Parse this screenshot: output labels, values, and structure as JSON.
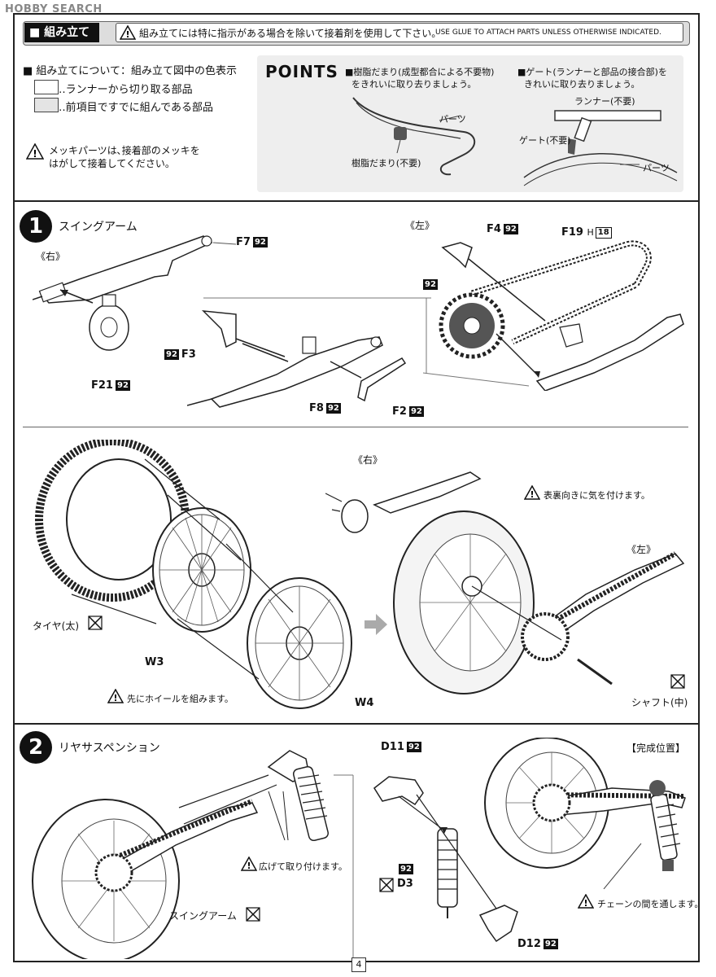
{
  "watermark": "HOBBY SEARCH",
  "header": {
    "section_tag": "■ 組み立て",
    "note_ja": "組み立てには特に指示がある場合を除いて接着剤を使用して下さい。",
    "note_en": "USE GLUE TO ATTACH PARTS UNLESS OTHERWISE INDICATED."
  },
  "intro": {
    "color_title": "■ 組み立てについて：組み立て図中の色表示",
    "legend_runner": "‥ランナーから切り取る部品",
    "legend_prebuilt": "‥前項目ですでに組んである部品",
    "plating_note_line1": "メッキパーツは､接着部のメッキを",
    "plating_note_line2": "はがして接着してください。"
  },
  "points": {
    "title": "POINTS",
    "tip1_line1": "■樹脂だまり(成型都合による不要物)",
    "tip1_line2": "をきれいに取り去りましょう。",
    "tip1_label_part": "パーツ",
    "tip1_label_resin": "樹脂だまり(不要)",
    "tip2_line1": "■ゲート(ランナーと部品の接合部)を",
    "tip2_line2": "きれいに取り去りましょう。",
    "tip2_label_runner": "ランナー(不要)",
    "tip2_label_gate": "ゲート(不要)",
    "tip2_label_part": "パーツ"
  },
  "step1": {
    "number": "1",
    "title": "スイングアーム",
    "right_side": "《右》",
    "left_side": "《左》",
    "right_side2": "《右》",
    "left_side2": "《左》",
    "parts": {
      "F7": "F7",
      "F7_color": "92",
      "F21": "F21",
      "F21_color": "92",
      "F3": "F3",
      "F3_color": "92",
      "F8": "F8",
      "F8_color": "92",
      "F2": "F2",
      "F2_color": "92",
      "F4": "F4",
      "F4_color": "92",
      "F19": "F19",
      "F19_color": "H",
      "F19_color2": "18",
      "sprocket_color": "92",
      "W3": "W3",
      "W4": "W4"
    },
    "tire_label": "タイヤ(太)",
    "wheel_note": "先にホイールを組みます。",
    "orientation_note": "表裏向きに気を付けます。",
    "shaft_label": "シャフト(中)"
  },
  "step2": {
    "number": "2",
    "title": "リヤサスペンション",
    "completed_label": "【完成位置】",
    "spread_note": "広げて取り付けます。",
    "swingarm_label": "スイングアーム",
    "chain_note": "チェーンの間を通します。",
    "parts": {
      "D11": "D11",
      "D11_color": "92",
      "D3": "D3",
      "D3_color": "92",
      "D12": "D12",
      "D12_color": "92"
    }
  },
  "page_number": "4"
}
